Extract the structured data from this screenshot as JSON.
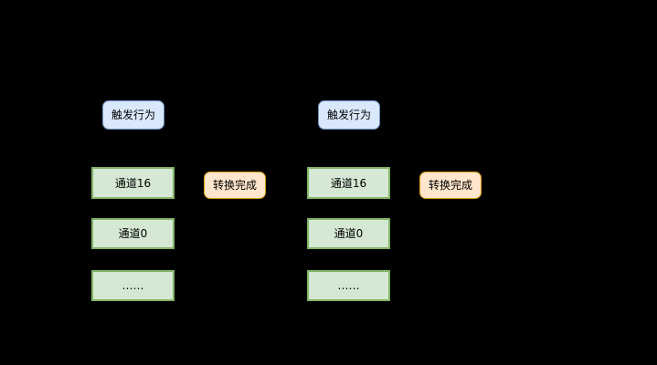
{
  "palette": {
    "canvas_bg": "#000000",
    "text_color": "#000000",
    "blue_fill": "#dae8fc",
    "blue_border": "#6c8ebf",
    "green_fill": "#d5e8d4",
    "green_border": "#82b366",
    "orange_fill": "#ffe6cc",
    "orange_border": "#d79b00"
  },
  "diagram": {
    "groups": [
      {
        "id": "left",
        "trigger_label": "触发行为",
        "channels": [
          "通道16",
          "通道0",
          "……"
        ],
        "complete_label": "转换完成"
      },
      {
        "id": "right",
        "trigger_label": "触发行为",
        "channels": [
          "通道16",
          "通道0",
          "……"
        ],
        "complete_label": "转换完成"
      }
    ]
  }
}
